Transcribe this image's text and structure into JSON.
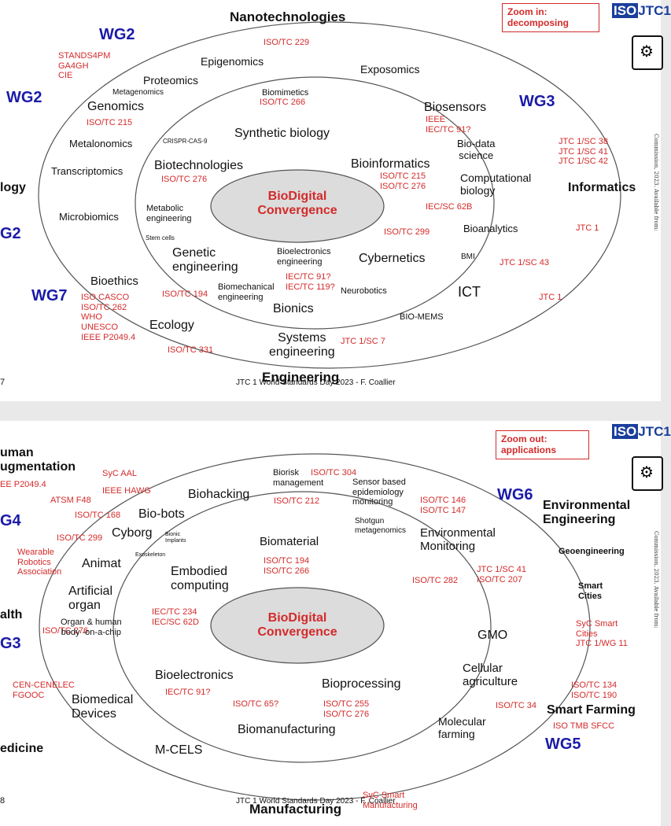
{
  "colors": {
    "label_red": "#d42a2a",
    "wg_blue": "#1a1aa8",
    "center_fill": "#dcdcdc",
    "iso_blue": "#1a3e9c"
  },
  "slide1": {
    "zoom_label": "Zoom in:\ndecomposing",
    "logo": "JTC1",
    "logo_prefix": "ISO",
    "center_label": "BioDigital\nConvergence",
    "footer": "JTC 1 World Standards Day 2023 - F. Coallier",
    "page_num": "7",
    "labels": [
      {
        "text": "Nanotechnologies",
        "kind": "bold",
        "size": 17
      },
      {
        "text": "Engineering",
        "kind": "bold",
        "size": 17
      },
      {
        "text": "Informatics",
        "kind": "bold",
        "size": 16
      },
      {
        "text": "logy",
        "kind": "bold",
        "size": 16
      },
      {
        "text": "WG2",
        "kind": "blue",
        "size": 20
      },
      {
        "text": "WG2",
        "kind": "blue",
        "size": 20
      },
      {
        "text": "G2",
        "kind": "blue",
        "size": 20
      },
      {
        "text": "WG3",
        "kind": "blue",
        "size": 20
      },
      {
        "text": "WG7",
        "kind": "blue",
        "size": 20
      },
      {
        "text": "STANDS4PM\nGA4GH\nCIE",
        "kind": "red",
        "size": 11
      },
      {
        "text": "ISO/TC 229",
        "kind": "red",
        "size": 11
      },
      {
        "text": "Epigenomics",
        "kind": "plain",
        "size": 14
      },
      {
        "text": "Exposomics",
        "kind": "plain",
        "size": 14
      },
      {
        "text": "Proteomics",
        "kind": "plain",
        "size": 14
      },
      {
        "text": "Metagenomics",
        "kind": "plain",
        "size": 10
      },
      {
        "text": "Genomics",
        "kind": "plain",
        "size": 16
      },
      {
        "text": "ISO/TC 215",
        "kind": "red",
        "size": 11
      },
      {
        "text": "Metalonomics",
        "kind": "plain",
        "size": 13
      },
      {
        "text": "Transcriptomics",
        "kind": "plain",
        "size": 13
      },
      {
        "text": "Microbiomics",
        "kind": "plain",
        "size": 13
      },
      {
        "text": "Bioethics",
        "kind": "plain",
        "size": 15
      },
      {
        "text": "ISO CASCO\nISO/TC 262\nWHO\nUNESCO\nIEEE P2049.4",
        "kind": "red",
        "size": 11
      },
      {
        "text": "Ecology",
        "kind": "plain",
        "size": 16
      },
      {
        "text": "ISO/TC 331",
        "kind": "red",
        "size": 11
      },
      {
        "text": "Systems\nengineering",
        "kind": "plain",
        "size": 16
      },
      {
        "text": "JTC 1/SC 7",
        "kind": "red",
        "size": 11
      },
      {
        "text": "BIO-MEMS",
        "kind": "plain",
        "size": 11
      },
      {
        "text": "ICT",
        "kind": "plain",
        "size": 18
      },
      {
        "text": "JTC 1",
        "kind": "red",
        "size": 11
      },
      {
        "text": "JTC 1/SC 43",
        "kind": "red",
        "size": 11
      },
      {
        "text": "BMI",
        "kind": "plain",
        "size": 10
      },
      {
        "text": "Bioanalytics",
        "kind": "plain",
        "size": 13
      },
      {
        "text": "JTC 1",
        "kind": "red",
        "size": 11
      },
      {
        "text": "Computational\nbiology",
        "kind": "plain",
        "size": 14
      },
      {
        "text": "JTC 1/SC 38\nJTC 1/SC 41\nJTC 1/SC 42",
        "kind": "red",
        "size": 11
      },
      {
        "text": "Bio-data\nscience",
        "kind": "plain",
        "size": 13
      },
      {
        "text": "Biosensors",
        "kind": "plain",
        "size": 16
      },
      {
        "text": "IEEE\nIEC/TC 91?",
        "kind": "red",
        "size": 11
      },
      {
        "text": "Biomimetics",
        "kind": "plain",
        "size": 11
      },
      {
        "text": "ISO/TC 266",
        "kind": "red",
        "size": 11
      },
      {
        "text": "Synthetic biology",
        "kind": "plain",
        "size": 16
      },
      {
        "text": "CRISPR-CAS-9",
        "kind": "plain",
        "size": 8
      },
      {
        "text": "Biotechnologies",
        "kind": "plain",
        "size": 16
      },
      {
        "text": "ISO/TC 276",
        "kind": "red",
        "size": 11
      },
      {
        "text": "Bioinformatics",
        "kind": "plain",
        "size": 16
      },
      {
        "text": "ISO/TC 215\nISO/TC 276",
        "kind": "red",
        "size": 11
      },
      {
        "text": "IEC/SC 62B",
        "kind": "red",
        "size": 11
      },
      {
        "text": "ISO/TC 299",
        "kind": "red",
        "size": 11
      },
      {
        "text": "Metabolic\nengineering",
        "kind": "plain",
        "size": 11
      },
      {
        "text": "Stem cells",
        "kind": "plain",
        "size": 8
      },
      {
        "text": "Genetic\nengineering",
        "kind": "plain",
        "size": 16
      },
      {
        "text": "Bioelectronics\nengineering",
        "kind": "plain",
        "size": 11
      },
      {
        "text": "IEC/TC 91?\nIEC/TC 119?",
        "kind": "red",
        "size": 11
      },
      {
        "text": "Cybernetics",
        "kind": "plain",
        "size": 16
      },
      {
        "text": "ISO/TC 194",
        "kind": "red",
        "size": 11
      },
      {
        "text": "Biomechanical\nengineering",
        "kind": "plain",
        "size": 11
      },
      {
        "text": "Neurobotics",
        "kind": "plain",
        "size": 11
      },
      {
        "text": "Bionics",
        "kind": "plain",
        "size": 16
      }
    ]
  },
  "slide2": {
    "zoom_label": "Zoom out:\napplications",
    "logo": "JTC1",
    "logo_prefix": "ISO",
    "center_label": "BioDigital\nConvergence",
    "footer": "JTC 1 World Standards Day 2023 - F. Coallier",
    "page_num": "8",
    "labels": [
      {
        "text": "uman\nugmentation",
        "kind": "bold",
        "size": 16
      },
      {
        "text": "EE P2049.4",
        "kind": "red",
        "size": 11
      },
      {
        "text": "SyC AAL",
        "kind": "red",
        "size": 11
      },
      {
        "text": "IEEE HAWG",
        "kind": "red",
        "size": 11
      },
      {
        "text": "ATSM F48",
        "kind": "red",
        "size": 11
      },
      {
        "text": "ISO/TC 168",
        "kind": "red",
        "size": 11
      },
      {
        "text": "G4",
        "kind": "blue",
        "size": 20
      },
      {
        "text": "ISO/TC 299",
        "kind": "red",
        "size": 11
      },
      {
        "text": "Wearable\nRobotics\nAssociation",
        "kind": "red",
        "size": 11
      },
      {
        "text": "alth",
        "kind": "bold",
        "size": 16
      },
      {
        "text": "ISO/TC 276",
        "kind": "red",
        "size": 11
      },
      {
        "text": "G3",
        "kind": "blue",
        "size": 20
      },
      {
        "text": "CEN-CENELEC\nFGOOC",
        "kind": "red",
        "size": 11
      },
      {
        "text": "edicine",
        "kind": "bold",
        "size": 16
      },
      {
        "text": "Biohacking",
        "kind": "plain",
        "size": 16
      },
      {
        "text": "Bio-bots",
        "kind": "plain",
        "size": 16
      },
      {
        "text": "Cyborg",
        "kind": "plain",
        "size": 16
      },
      {
        "text": "Bionic\nImplants",
        "kind": "plain",
        "size": 7
      },
      {
        "text": "Exoskeleton",
        "kind": "plain",
        "size": 7
      },
      {
        "text": "Animat",
        "kind": "plain",
        "size": 16
      },
      {
        "text": "Artificial\norgan",
        "kind": "plain",
        "size": 16
      },
      {
        "text": "Organ & human\nbody -on-a-chip",
        "kind": "plain",
        "size": 11
      },
      {
        "text": "Biomedical\nDevices",
        "kind": "plain",
        "size": 16
      },
      {
        "text": "M-CELS",
        "kind": "plain",
        "size": 16
      },
      {
        "text": "Biorisk\nmanagement",
        "kind": "plain",
        "size": 11
      },
      {
        "text": "ISO/TC 304",
        "kind": "red",
        "size": 11
      },
      {
        "text": "ISO/TC 212",
        "kind": "red",
        "size": 11
      },
      {
        "text": "Sensor based\nepidemiology\nmonitoring",
        "kind": "plain",
        "size": 11
      },
      {
        "text": "Shotgun\nmetagenomics",
        "kind": "plain",
        "size": 10
      },
      {
        "text": "ISO/TC 146\nISO/TC 147",
        "kind": "red",
        "size": 11
      },
      {
        "text": "Environmental\nMonitoring",
        "kind": "plain",
        "size": 15
      },
      {
        "text": "WG6",
        "kind": "blue",
        "size": 20
      },
      {
        "text": "Environmental\nEngineering",
        "kind": "bold",
        "size": 16
      },
      {
        "text": "Geoengineering",
        "kind": "bold",
        "size": 11
      },
      {
        "text": "Smart\nCities",
        "kind": "bold",
        "size": 11
      },
      {
        "text": "SyC Smart\nCities\nJTC 1/WG 11",
        "kind": "red",
        "size": 11
      },
      {
        "text": "ISO/TC 134\nISO/TC 190",
        "kind": "red",
        "size": 11
      },
      {
        "text": "Smart Farming",
        "kind": "bold",
        "size": 16
      },
      {
        "text": "ISO TMB SFCC",
        "kind": "red",
        "size": 11
      },
      {
        "text": "WG5",
        "kind": "blue",
        "size": 20
      },
      {
        "text": "Biomaterial",
        "kind": "plain",
        "size": 15
      },
      {
        "text": "ISO/TC 194\nISO/TC 266",
        "kind": "red",
        "size": 11
      },
      {
        "text": "Embodied\ncomputing",
        "kind": "plain",
        "size": 16
      },
      {
        "text": "IEC/TC 234\nIEC/SC 62D",
        "kind": "red",
        "size": 11
      },
      {
        "text": "ISO/TC 282",
        "kind": "red",
        "size": 11
      },
      {
        "text": "JTC 1/SC 41\nISO/TC 207",
        "kind": "red",
        "size": 11
      },
      {
        "text": "GMO",
        "kind": "plain",
        "size": 16
      },
      {
        "text": "Cellular\nagriculture",
        "kind": "plain",
        "size": 15
      },
      {
        "text": "ISO/TC 34",
        "kind": "red",
        "size": 11
      },
      {
        "text": "Molecular\nfarming",
        "kind": "plain",
        "size": 14
      },
      {
        "text": "Bioelectronics",
        "kind": "plain",
        "size": 16
      },
      {
        "text": "IEC/TC 91?",
        "kind": "red",
        "size": 11
      },
      {
        "text": "ISO/TC 65?",
        "kind": "red",
        "size": 11
      },
      {
        "text": "Bioprocessing",
        "kind": "plain",
        "size": 16
      },
      {
        "text": "ISO/TC 255\nISO/TC 276",
        "kind": "red",
        "size": 11
      },
      {
        "text": "Biomanufacturing",
        "kind": "plain",
        "size": 16
      },
      {
        "text": "Manufacturing",
        "kind": "bold",
        "size": 17
      },
      {
        "text": "SyC Smart\nManufacturing",
        "kind": "red",
        "size": 11
      }
    ]
  }
}
